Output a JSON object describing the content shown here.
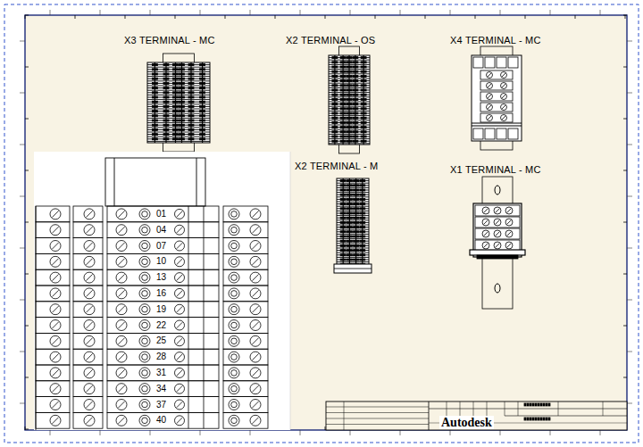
{
  "diagram": {
    "labels": [
      "X3 TERMINAL - MC",
      "X2 TERMINAL - OS",
      "X4 TERMINAL - MC",
      "X2 TERMINAL - M",
      "X1 TERMINAL - MC",
      "01",
      "04",
      "07",
      "10",
      "13",
      "16",
      "19",
      "22",
      "25",
      "28",
      "31",
      "34",
      "37",
      "40",
      "Autodesk"
    ]
  }
}
